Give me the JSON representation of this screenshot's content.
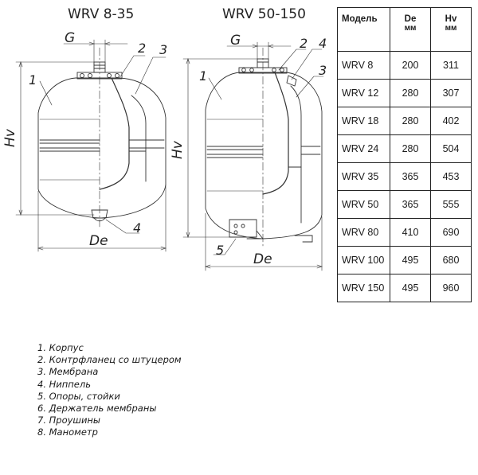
{
  "titles": {
    "left": "WRV 8-35",
    "right": "WRV 50-150"
  },
  "labels": {
    "left": {
      "g": "G",
      "n1": "1",
      "n2": "2",
      "n3": "3",
      "n4": "4",
      "hv": "Hv",
      "de": "De"
    },
    "right": {
      "g": "G",
      "n1": "1",
      "n2": "2",
      "n3": "3",
      "n4": "4",
      "n5": "5",
      "hv": "Hv",
      "de": "De"
    }
  },
  "table": {
    "headers": [
      {
        "title": "Модель",
        "unit": ""
      },
      {
        "title": "De",
        "unit": "мм"
      },
      {
        "title": "Hv",
        "unit": "мм"
      }
    ],
    "rows": [
      {
        "model": "WRV 8",
        "de": "200",
        "hv": "311"
      },
      {
        "model": "WRV 12",
        "de": "280",
        "hv": "307"
      },
      {
        "model": "WRV 18",
        "de": "280",
        "hv": "402"
      },
      {
        "model": "WRV 24",
        "de": "280",
        "hv": "504"
      },
      {
        "model": "WRV 35",
        "de": "365",
        "hv": "453"
      },
      {
        "model": "WRV 50",
        "de": "365",
        "hv": "555"
      },
      {
        "model": "WRV 80",
        "de": "410",
        "hv": "690"
      },
      {
        "model": "WRV 100",
        "de": "495",
        "hv": "680"
      },
      {
        "model": "WRV 150",
        "de": "495",
        "hv": "960"
      }
    ]
  },
  "legend": [
    "1. Корпус",
    "2. Контрфланец со штуцером",
    "3. Мембрана",
    "4. Ниппель",
    "5. Опоры, стойки",
    "6. Держатель мембраны",
    "7. Проушины",
    "8. Манометр"
  ]
}
